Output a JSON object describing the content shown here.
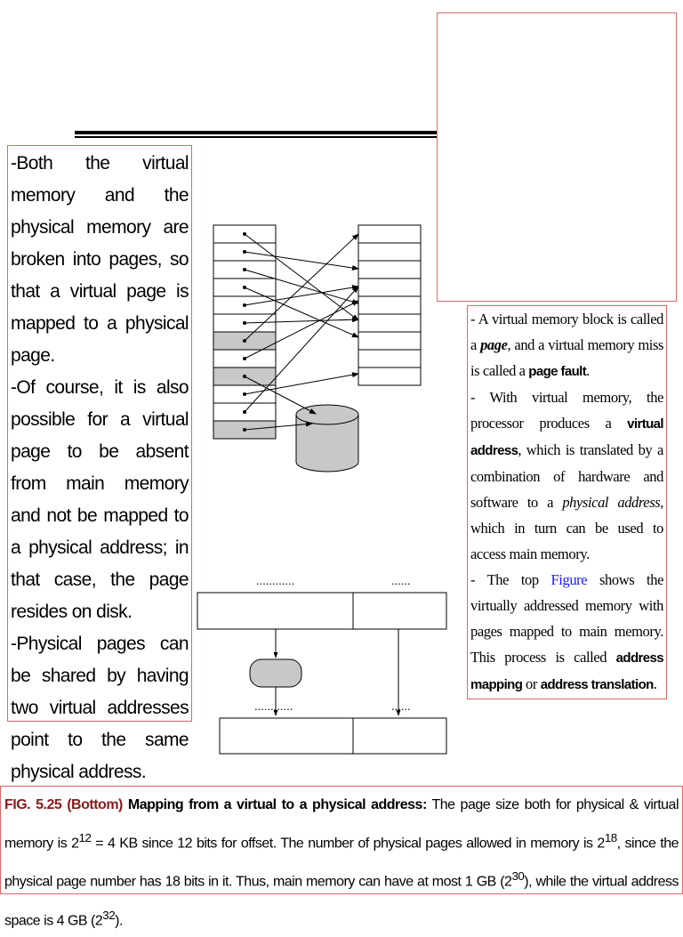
{
  "left_text": {
    "p1": "-Both the virtual memory and the physical memory are broken into pages, so that a virtual page is mapped to a physical page.",
    "p2": "-Of course, it is also possible for a virtual page to be absent from main memory and not be mapped to a physical address; in that case, the page resides on disk.",
    "p3": "-Physical pages can be shared by having two virtual addresses point to the same physical address."
  },
  "right_text": {
    "p1_a": "- A virtual memory block is called a ",
    "p1_b": "page",
    "p1_c": ", and a virtual memory miss is called a ",
    "p1_d": "page fault",
    "p1_e": ".",
    "p2_a": "- With virtual memory, the processor produces a ",
    "p2_b": "virtual address",
    "p2_c": ", which is translated by a combination of hardware and software to a ",
    "p2_d": "physical address",
    "p2_e": ", which in turn can be used to access main memory.",
    "p3_a": "- The top ",
    "p3_link": "Figure",
    "p3_b": " shows the virtually addressed memory with pages mapped to main memory. This process is called ",
    "p3_c": "address mapping",
    "p3_d": " or ",
    "p3_e": "address translation",
    "p3_f": "."
  },
  "diagram": {
    "dots_top_left": "............",
    "dots_top_right": "......",
    "dots_bottom_left": "............",
    "dots_bottom_right": "......"
  },
  "caption": {
    "fig": "FIG. 5.25 (Bottom)",
    "title": " Mapping from a virtual to a physical address:",
    "t1": " The page size both for physical & virtual memory is 2",
    "s1": "12",
    "t2": " = 4 KB since 12 bits for offset. The number of physical pages allowed in memory is 2",
    "s2": "18",
    "t3": ", since the physical page number has 18 bits in it. Thus, main memory can have at most 1 GB (2",
    "s3": "30",
    "t4": "), while the virtual address space is 4 GB (2",
    "s4": "32",
    "t5": ")."
  },
  "colors": {
    "box_border": "#e06666",
    "shaded_cell": "#c8c8c8",
    "caption_fig": "#8b1a1a",
    "link": "#1a1aff"
  }
}
